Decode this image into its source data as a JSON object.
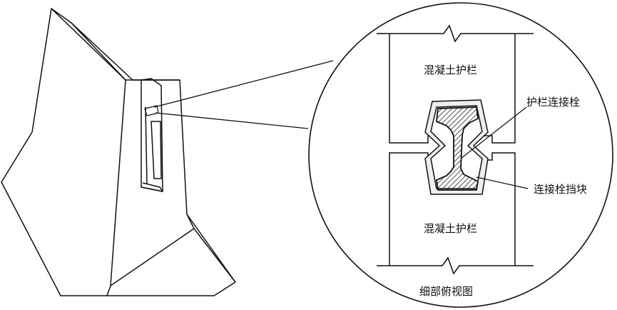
{
  "labels": {
    "top_barrier": "混凝土护栏",
    "bottom_barrier": "混凝土护栏",
    "connector_bolt": "护栏连接栓",
    "bolt_stopper": "连接栓挡块",
    "detail_caption": "细部俯视图"
  }
}
